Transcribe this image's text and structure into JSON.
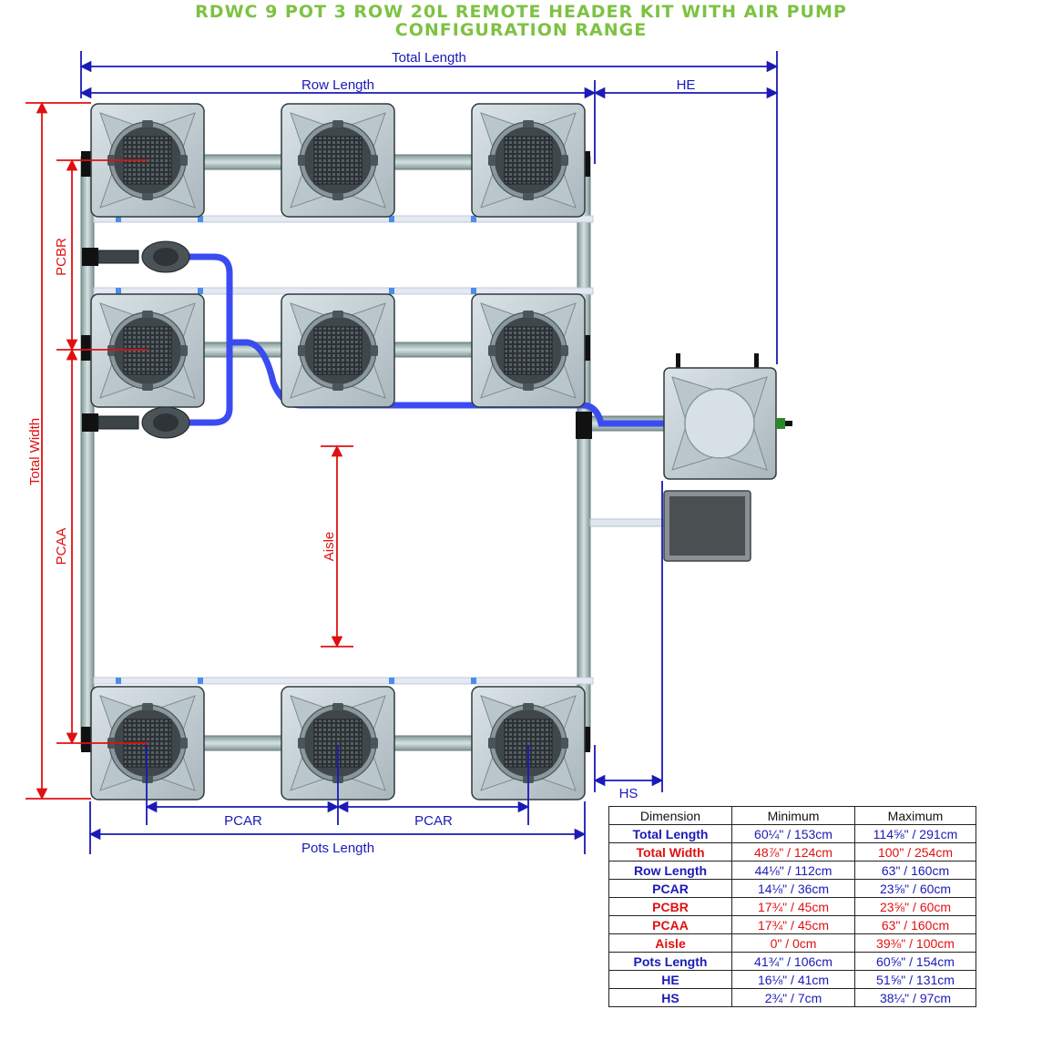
{
  "title": {
    "line1": "RDWC 9 POT 3 ROW 20L REMOTE HEADER KIT WITH AIR PUMP",
    "line2": "CONFIGURATION RANGE"
  },
  "labels": {
    "total_length": "Total Length",
    "row_length": "Row Length",
    "he": "HE",
    "hs": "HS",
    "pcar_left": "PCAR",
    "pcar_right": "PCAR",
    "pots_length": "Pots Length",
    "total_width": "Total Width",
    "pcbr": "PCBR",
    "pcaa": "PCAA",
    "aisle": "Aisle"
  },
  "colors": {
    "title_green": "#7dc242",
    "dimension_blue": "#1a1ab8",
    "dimension_red": "#e01010",
    "pipe": "#9fb3b3",
    "air_line": "#3a4cf0",
    "pot_body": "#c7d2d6",
    "pot_dark": "#3c4448"
  },
  "table": {
    "headers": [
      "Dimension",
      "Minimum",
      "Maximum"
    ],
    "rows": [
      {
        "name": "Total Length",
        "min": "60¼\" / 153cm",
        "max": "114⅝\" / 291cm",
        "color": "#1a1ab8"
      },
      {
        "name": "Total Width",
        "min": "48⅞\" / 124cm",
        "max": "100\" / 254cm",
        "color": "#e01010"
      },
      {
        "name": "Row Length",
        "min": "44⅛\" / 112cm",
        "max": "63\" / 160cm",
        "color": "#1a1ab8"
      },
      {
        "name": "PCAR",
        "min": "14⅛\" / 36cm",
        "max": "23⅝\" / 60cm",
        "color": "#1a1ab8"
      },
      {
        "name": "PCBR",
        "min": "17¾\" / 45cm",
        "max": "23⅝\" / 60cm",
        "color": "#e01010"
      },
      {
        "name": "PCAA",
        "min": "17¾\" / 45cm",
        "max": "63\" / 160cm",
        "color": "#e01010"
      },
      {
        "name": "Aisle",
        "min": "0\" / 0cm",
        "max": "39⅜\" / 100cm",
        "color": "#e01010"
      },
      {
        "name": "Pots Length",
        "min": "41¾\" / 106cm",
        "max": "60⅝\" / 154cm",
        "color": "#1a1ab8"
      },
      {
        "name": "HE",
        "min": "16⅛\" / 41cm",
        "max": "51⅝\" / 131cm",
        "color": "#1a1ab8"
      },
      {
        "name": "HS",
        "min": "2¾\" / 7cm",
        "max": "38¼\" / 97cm",
        "color": "#1a1ab8"
      }
    ]
  }
}
